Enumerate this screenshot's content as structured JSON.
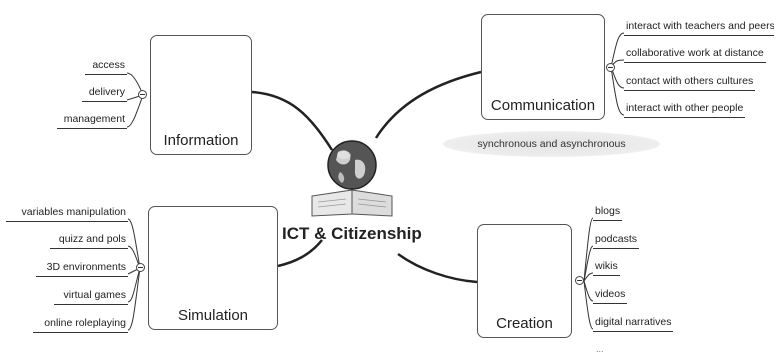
{
  "center": {
    "title": "ICT & Citizenship",
    "icon": "globe-book-icon"
  },
  "branches": {
    "information": {
      "label": "Information",
      "icon": "document-stack-icon",
      "leaves": [
        "access",
        "delivery",
        "management"
      ]
    },
    "communication": {
      "label": "Communication",
      "icon": "people-group-icon",
      "leaves": [
        "interact with teachers and peers",
        "collaborative work at distance",
        "contact with others cultures",
        "interact with other people"
      ],
      "note": "synchronous and asynchronous"
    },
    "simulation": {
      "label": "Simulation",
      "icon": "computer-user-icon",
      "leaves": [
        "variables manipulation",
        "quizz and pols",
        "3D environments",
        "virtual games",
        "online roleplaying"
      ]
    },
    "creation": {
      "label": "Creation",
      "icon": "light-bulb-icon",
      "leaves": [
        "blogs",
        "podcasts",
        "wikis",
        "videos",
        "digital narratives"
      ],
      "more": "..."
    }
  }
}
